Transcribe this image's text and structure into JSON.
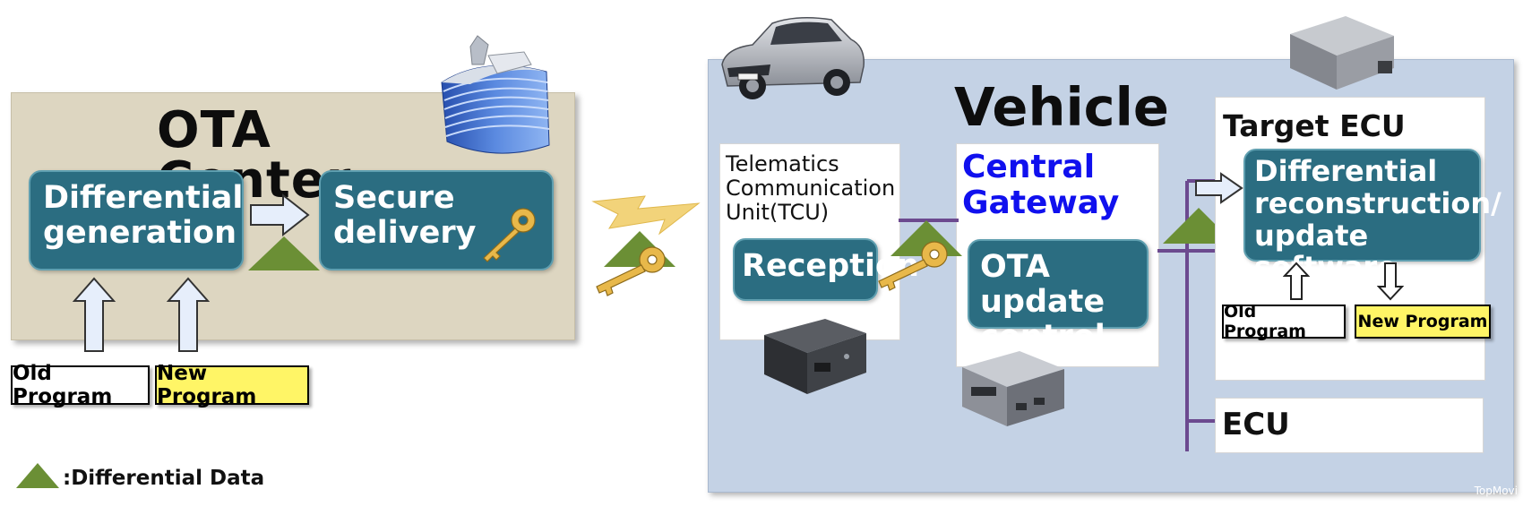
{
  "ota_center": {
    "title": "OTA Center",
    "generation_label": "Differential generation",
    "delivery_label": "Secure delivery"
  },
  "inputs": {
    "old_program": "Old Program",
    "new_program": "New Program"
  },
  "legend": {
    "text": ":Differential Data"
  },
  "vehicle": {
    "title": "Vehicle",
    "tcu_label": "Telematics Communication Unit(TCU)",
    "reception_label": "Reception",
    "gateway_title": "Central Gateway",
    "update_control_label": "OTA update control",
    "target_ecu_title": "Target ECU",
    "reconstruction_label": "Differential reconstruction/ update software",
    "old_program": "Old Program",
    "new_program": "New Program",
    "ecu_label": "ECU"
  },
  "colors": {
    "teal": "#2b6d81",
    "differential_triangle": "#6b8f35",
    "bus_line": "#6c4a8f",
    "gateway_title": "#1010ee",
    "highlight_yellow": "#fff566"
  },
  "watermark": "TopMovi"
}
